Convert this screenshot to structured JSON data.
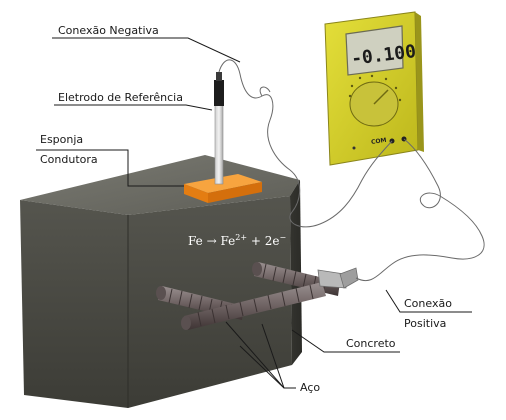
{
  "labels": {
    "negative_connection": "Conexão Negativa",
    "reference_electrode": "Eletrodo de Referência",
    "sponge_line1": "Esponja",
    "sponge_line2": "Condutora",
    "positive_line1": "Conexão",
    "positive_line2": "Positiva",
    "concrete": "Concreto",
    "steel": "Aço"
  },
  "equation": {
    "reactant": "Fe",
    "arrow": "→",
    "product": "Fe",
    "charge": "2+",
    "plus": "+",
    "electrons": "2e",
    "electron_sign": "−"
  },
  "multimeter": {
    "reading": "-0.100",
    "com_label": "COM"
  },
  "colors": {
    "concrete_front": "#4a4a44",
    "concrete_top": "#6b6b64",
    "concrete_side": "#3a3a35",
    "sponge": "#f08a1c",
    "multimeter_body": "#d8d22a",
    "display": "#cfd0c0"
  }
}
